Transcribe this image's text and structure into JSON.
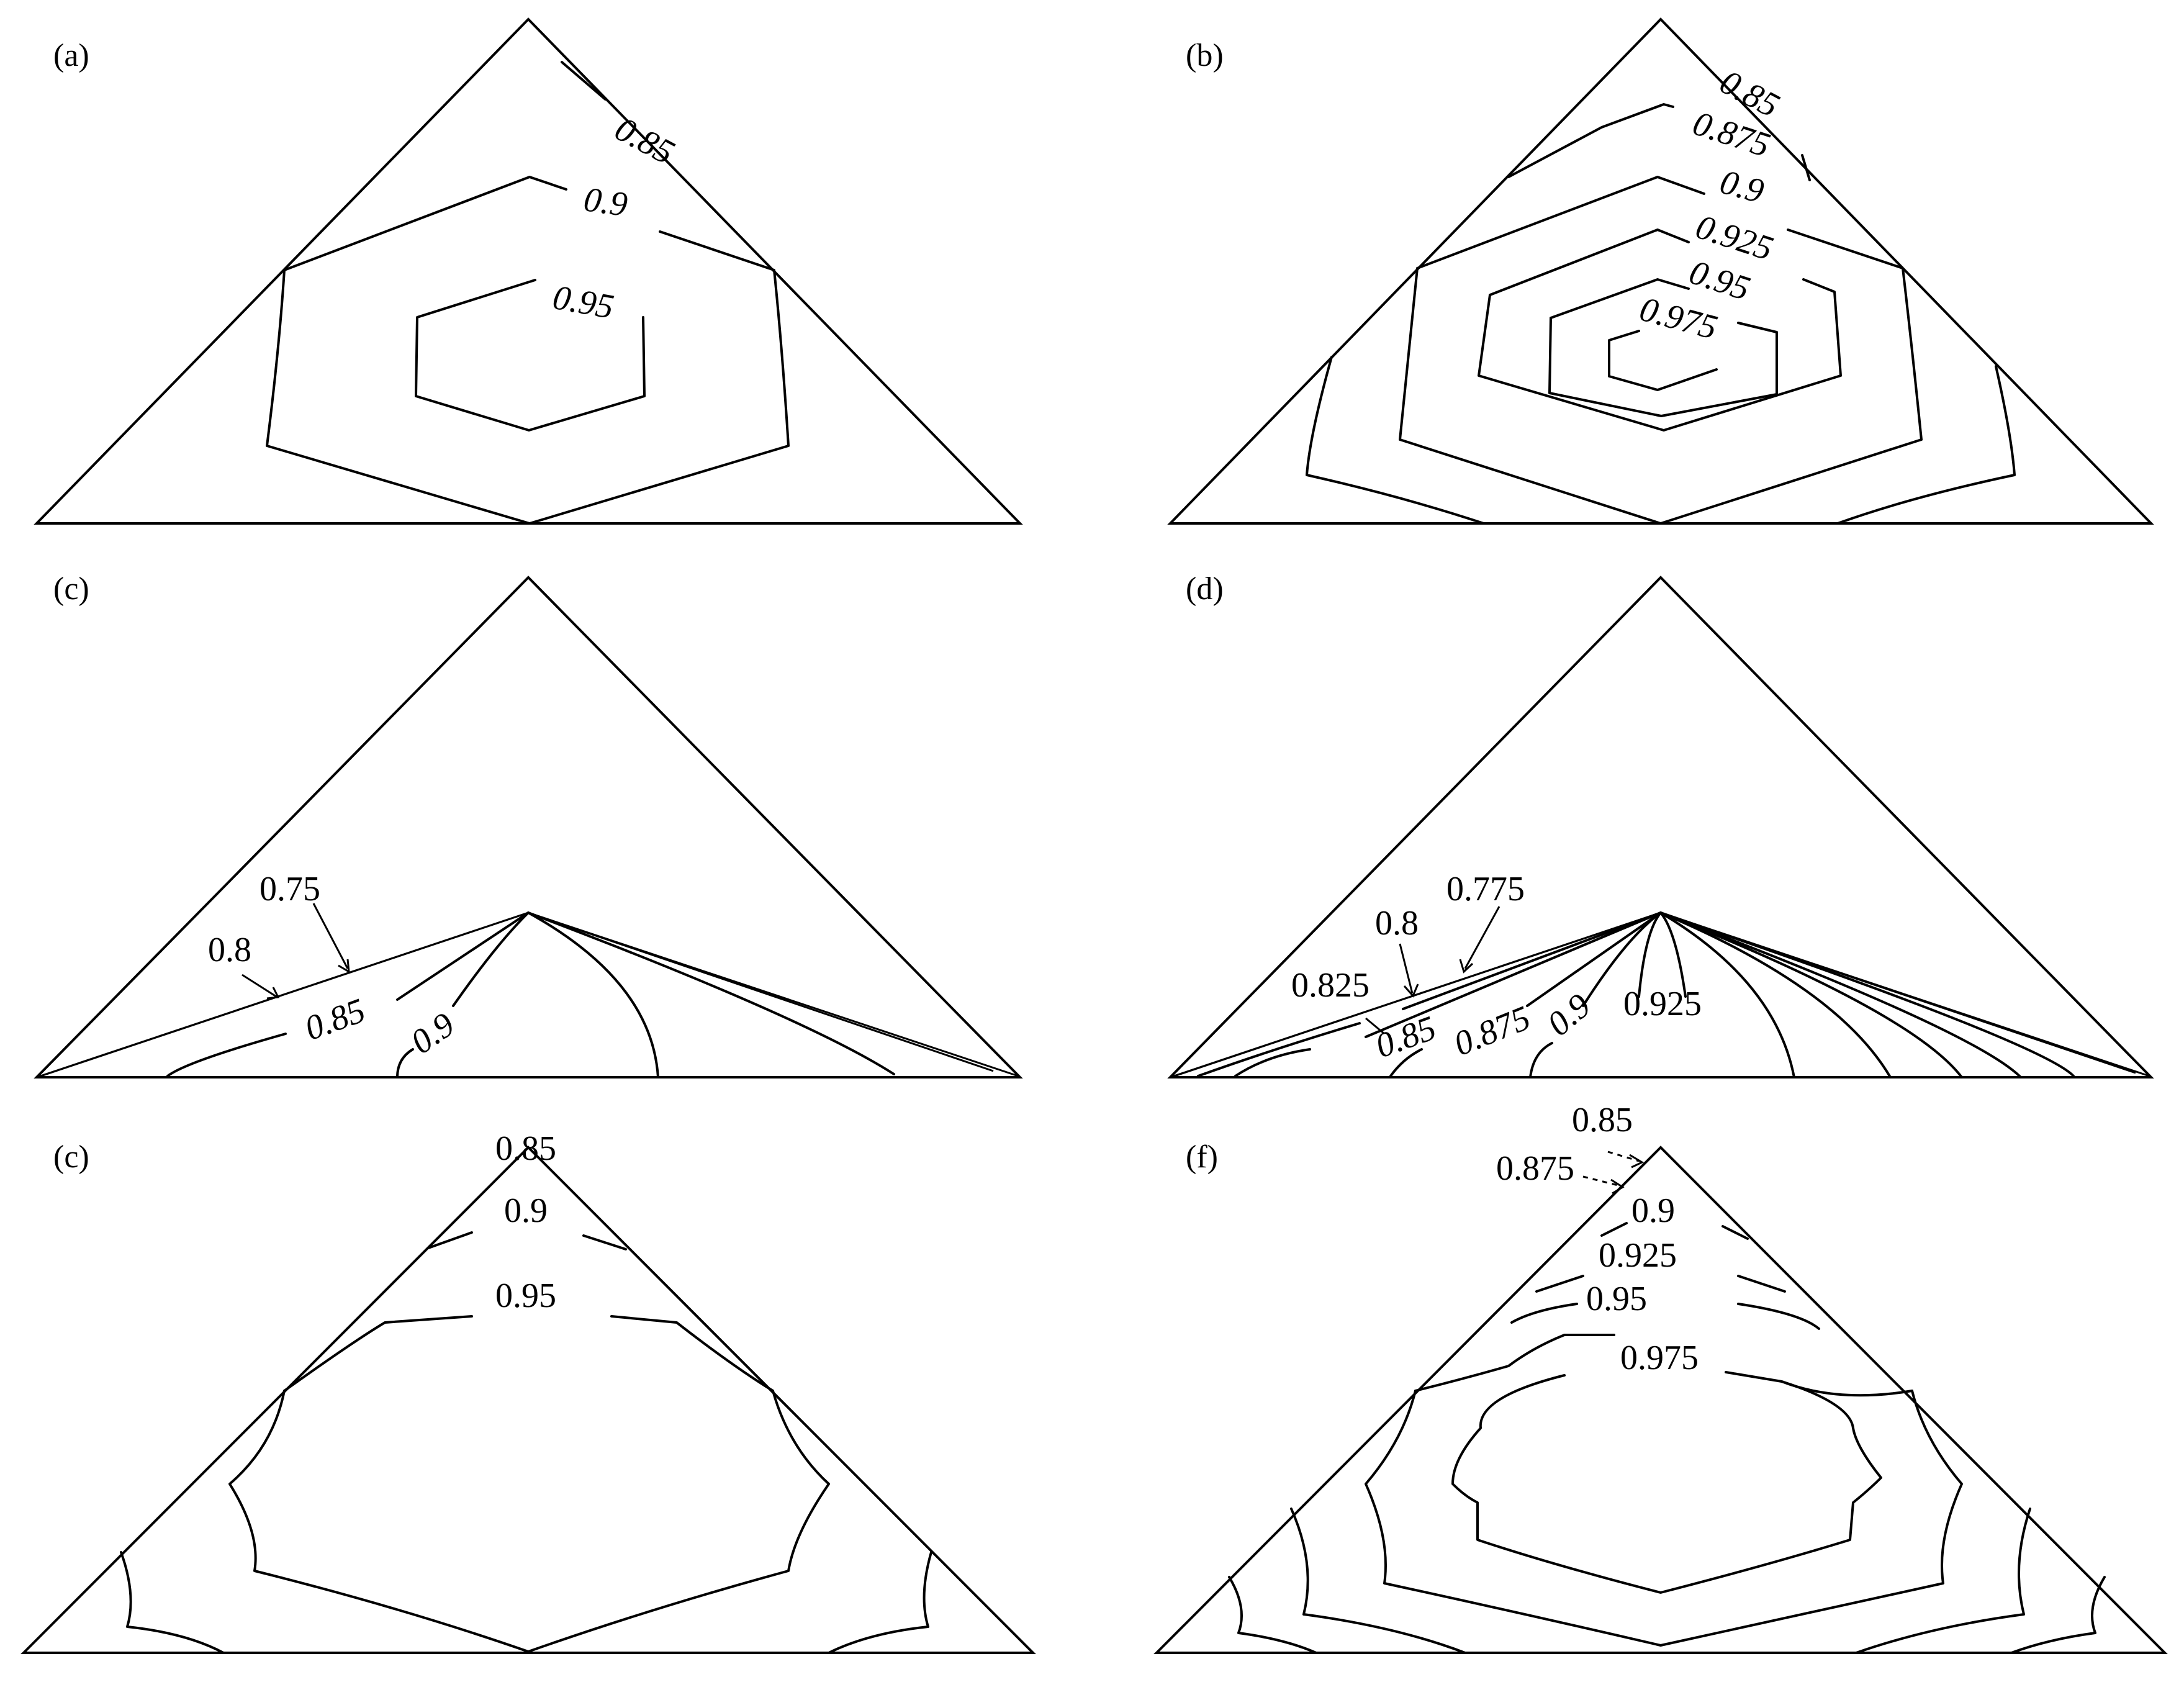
{
  "panels": [
    {
      "id": "a",
      "title": "(a)",
      "labels": [
        "0.85",
        "0.9",
        "0.95"
      ]
    },
    {
      "id": "b",
      "title": "(b)",
      "labels": [
        "0.85",
        "0.875",
        "0.9",
        "0.925",
        "0.95",
        "0.975"
      ]
    },
    {
      "id": "c",
      "title": "(c)",
      "labels": [
        "0.75",
        "0.8",
        "0.85",
        "0.9"
      ]
    },
    {
      "id": "d",
      "title": "(d)",
      "labels": [
        "0.775",
        "0.8",
        "0.825",
        "0.85",
        "0.875",
        "0.9",
        "0.925"
      ]
    },
    {
      "id": "e",
      "title": "(c)",
      "labels": [
        "0.85",
        "0.9",
        "0.95"
      ]
    },
    {
      "id": "f",
      "title": "(f)",
      "labels": [
        "0.85",
        "0.875",
        "0.9",
        "0.925",
        "0.95",
        "0.975"
      ]
    }
  ],
  "colors": {
    "line": "#000000",
    "background": "#ffffff"
  }
}
